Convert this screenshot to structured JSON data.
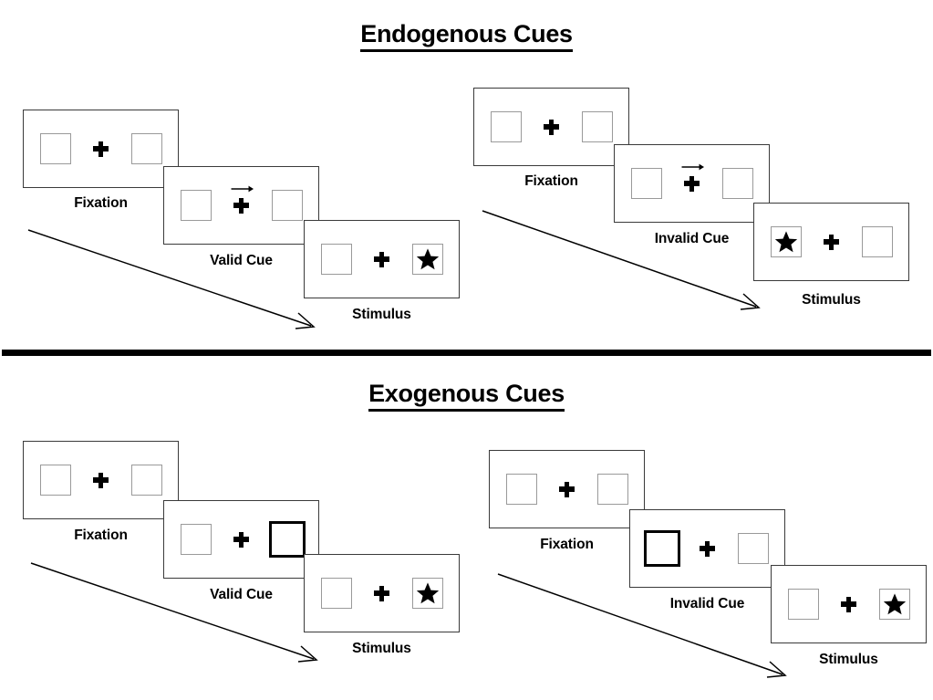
{
  "page": {
    "background": "#ffffff",
    "ink": "#000000",
    "box_stroke": "#9a9a9a",
    "frame_stroke": "#3a3a3a",
    "cued_box_stroke": "#000000"
  },
  "sections": [
    {
      "id": "endogenous",
      "title": "Endogenous Cues",
      "columns": [
        {
          "id": "valid",
          "steps": [
            {
              "label": "Fixation",
              "left_box": {
                "content": "empty",
                "cued": false
              },
              "right_box": {
                "content": "empty",
                "cued": false
              },
              "cue_arrow": false
            },
            {
              "label": "Valid Cue",
              "left_box": {
                "content": "empty",
                "cued": false
              },
              "right_box": {
                "content": "empty",
                "cued": false
              },
              "cue_arrow": true,
              "cue_arrow_direction": "right"
            },
            {
              "label": "Stimulus",
              "left_box": {
                "content": "empty",
                "cued": false
              },
              "right_box": {
                "content": "star",
                "cued": false
              },
              "cue_arrow": false
            }
          ]
        },
        {
          "id": "invalid",
          "steps": [
            {
              "label": "Fixation",
              "left_box": {
                "content": "empty",
                "cued": false
              },
              "right_box": {
                "content": "empty",
                "cued": false
              },
              "cue_arrow": false
            },
            {
              "label": "Invalid Cue",
              "left_box": {
                "content": "empty",
                "cued": false
              },
              "right_box": {
                "content": "empty",
                "cued": false
              },
              "cue_arrow": true,
              "cue_arrow_direction": "right"
            },
            {
              "label": "Stimulus",
              "left_box": {
                "content": "star",
                "cued": false
              },
              "right_box": {
                "content": "empty",
                "cued": false
              },
              "cue_arrow": false
            }
          ]
        }
      ]
    },
    {
      "id": "exogenous",
      "title": "Exogenous Cues",
      "columns": [
        {
          "id": "valid",
          "steps": [
            {
              "label": "Fixation",
              "left_box": {
                "content": "empty",
                "cued": false
              },
              "right_box": {
                "content": "empty",
                "cued": false
              },
              "cue_arrow": false
            },
            {
              "label": "Valid Cue",
              "left_box": {
                "content": "empty",
                "cued": false
              },
              "right_box": {
                "content": "empty",
                "cued": true
              },
              "cue_arrow": false
            },
            {
              "label": "Stimulus",
              "left_box": {
                "content": "empty",
                "cued": false
              },
              "right_box": {
                "content": "star",
                "cued": false
              },
              "cue_arrow": false
            }
          ]
        },
        {
          "id": "invalid",
          "steps": [
            {
              "label": "Fixation",
              "left_box": {
                "content": "empty",
                "cued": false
              },
              "right_box": {
                "content": "empty",
                "cued": false
              },
              "cue_arrow": false
            },
            {
              "label": "Invalid Cue",
              "left_box": {
                "content": "empty",
                "cued": true
              },
              "right_box": {
                "content": "empty",
                "cued": false
              },
              "cue_arrow": false
            },
            {
              "label": "Stimulus",
              "left_box": {
                "content": "empty",
                "cued": false
              },
              "right_box": {
                "content": "star",
                "cued": false
              },
              "cue_arrow": false
            }
          ]
        }
      ]
    }
  ]
}
